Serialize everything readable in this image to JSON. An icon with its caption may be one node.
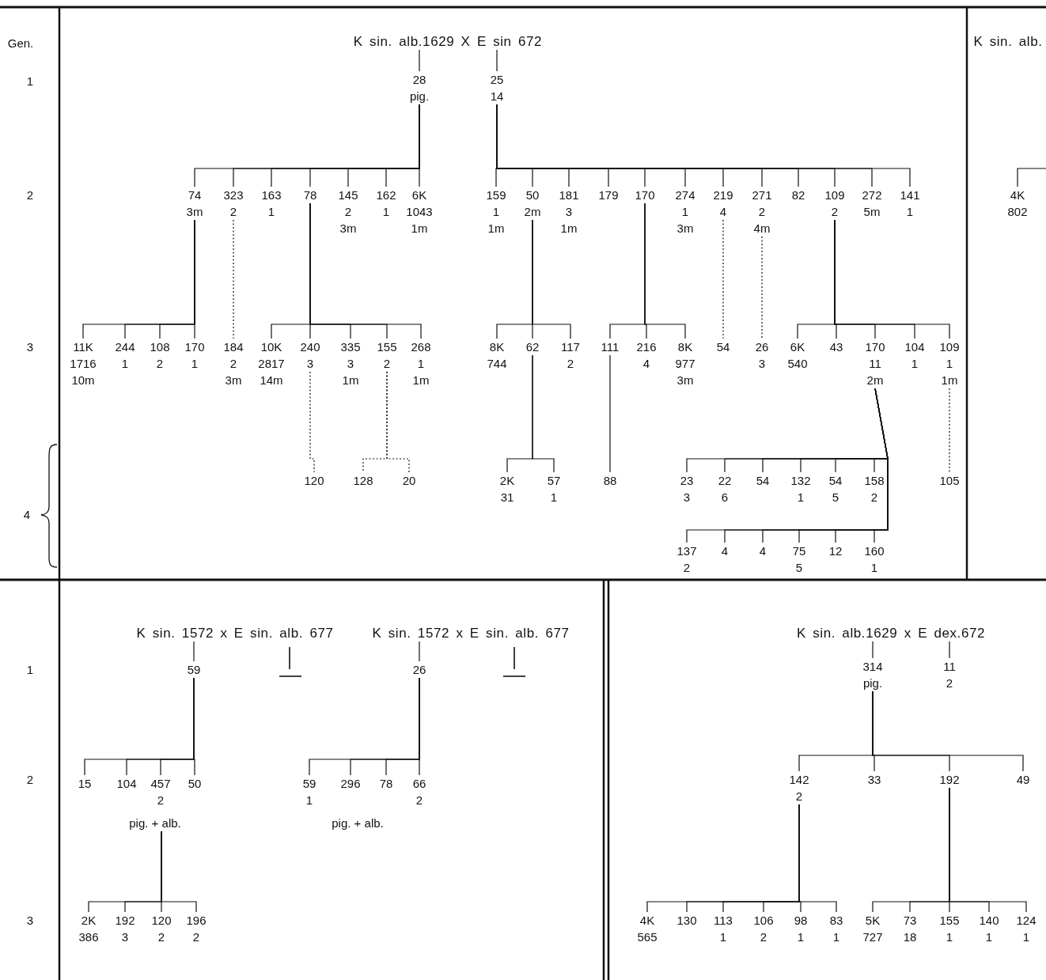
{
  "diagram": {
    "nodes": [
      {
        "text": [
          "K sin. alb.1629 X E sin 672"
        ]
      },
      {
        "text": [
          "28",
          "pig."
        ]
      },
      {
        "text": [
          "25",
          "14"
        ]
      },
      {
        "text": [
          "74",
          "3m"
        ]
      },
      {
        "text": [
          "323",
          "2"
        ]
      },
      {
        "text": [
          "163",
          "1"
        ]
      },
      {
        "text": [
          "78"
        ]
      },
      {
        "text": [
          "145",
          "2",
          "3m"
        ]
      },
      {
        "text": [
          "162",
          "1"
        ]
      },
      {
        "text": [
          "6K",
          "1043",
          "1m"
        ]
      },
      {
        "text": [
          "159",
          "1",
          "1m"
        ]
      },
      {
        "text": [
          "50",
          "2m"
        ]
      },
      {
        "text": [
          "181",
          "3",
          "1m"
        ]
      },
      {
        "text": [
          "179"
        ]
      },
      {
        "text": [
          "170"
        ]
      },
      {
        "text": [
          "274",
          "1",
          "3m"
        ]
      },
      {
        "text": [
          "219",
          "4"
        ]
      },
      {
        "text": [
          "271",
          "2",
          "4m"
        ]
      },
      {
        "text": [
          "82"
        ]
      },
      {
        "text": [
          "109",
          "2"
        ]
      },
      {
        "text": [
          "272",
          "5m"
        ]
      },
      {
        "text": [
          "141",
          "1"
        ]
      },
      {
        "text": [
          "11K",
          "1716",
          "10m"
        ]
      },
      {
        "text": [
          "244",
          "1"
        ]
      },
      {
        "text": [
          "108",
          "2"
        ]
      },
      {
        "text": [
          "170",
          "1"
        ]
      },
      {
        "text": [
          "184",
          "2",
          "3m"
        ]
      },
      {
        "text": [
          "10K",
          "2817",
          "14m"
        ]
      },
      {
        "text": [
          "240",
          "3"
        ]
      },
      {
        "text": [
          "335",
          "3",
          "1m"
        ]
      },
      {
        "text": [
          "155",
          "2"
        ]
      },
      {
        "text": [
          "268",
          "1",
          "1m"
        ]
      },
      {
        "text": [
          "8K",
          "744"
        ]
      },
      {
        "text": [
          "62"
        ]
      },
      {
        "text": [
          "117",
          "2"
        ]
      },
      {
        "text": [
          "111"
        ]
      },
      {
        "text": [
          "216",
          "4"
        ]
      },
      {
        "text": [
          "8K",
          "977",
          "3m"
        ]
      },
      {
        "text": [
          "54"
        ]
      },
      {
        "text": [
          "26",
          "3"
        ]
      },
      {
        "text": [
          "6K",
          "540"
        ]
      },
      {
        "text": [
          "43"
        ]
      },
      {
        "text": [
          "170",
          "11",
          "2m"
        ]
      },
      {
        "text": [
          "104",
          "1"
        ]
      },
      {
        "text": [
          "109",
          "1",
          "1m"
        ]
      },
      {
        "text": [
          "120"
        ]
      },
      {
        "text": [
          "128"
        ]
      },
      {
        "text": [
          "20"
        ]
      },
      {
        "text": [
          "2K",
          "31"
        ]
      },
      {
        "text": [
          "57",
          "1"
        ]
      },
      {
        "text": [
          "88"
        ]
      },
      {
        "text": [
          "23",
          "3"
        ]
      },
      {
        "text": [
          "22",
          "6"
        ]
      },
      {
        "text": [
          "54"
        ]
      },
      {
        "text": [
          "132",
          "1"
        ]
      },
      {
        "text": [
          "54",
          "5"
        ]
      },
      {
        "text": [
          "158",
          "2"
        ]
      },
      {
        "text": [
          "137",
          "2"
        ]
      },
      {
        "text": [
          "4"
        ]
      },
      {
        "text": [
          "4"
        ]
      },
      {
        "text": [
          "75",
          "5"
        ]
      },
      {
        "text": [
          "12"
        ]
      },
      {
        "text": [
          "160",
          "1"
        ]
      },
      {
        "text": [
          "105"
        ]
      },
      {
        "text": [
          "K sin. alb."
        ]
      },
      {
        "text": [
          "4K",
          "802"
        ]
      },
      {
        "text": [
          "K sin. 1572 x E sin. alb. 677"
        ]
      },
      {
        "text": [
          "59"
        ]
      },
      {
        "text": [
          "15"
        ]
      },
      {
        "text": [
          "104"
        ]
      },
      {
        "text": [
          "457",
          "2"
        ]
      },
      {
        "text": [
          "50"
        ]
      },
      {
        "text": [
          "pig. + alb."
        ]
      },
      {
        "text": [
          "2K",
          "386"
        ]
      },
      {
        "text": [
          "192",
          "3"
        ]
      },
      {
        "text": [
          "120",
          "2"
        ]
      },
      {
        "text": [
          "196",
          "2"
        ]
      },
      {
        "text": [
          "K sin. 1572 x E sin. alb. 677"
        ]
      },
      {
        "text": [
          "26"
        ]
      },
      {
        "text": [
          "59",
          "1"
        ]
      },
      {
        "text": [
          "296"
        ]
      },
      {
        "text": [
          "78"
        ]
      },
      {
        "text": [
          "66",
          "2"
        ]
      },
      {
        "text": [
          "pig. + alb."
        ]
      },
      {
        "text": [
          "K sin. alb.1629 x E dex.672"
        ]
      },
      {
        "text": [
          "314",
          "pig."
        ]
      },
      {
        "text": [
          "11",
          "2"
        ]
      },
      {
        "text": [
          "142",
          "2"
        ]
      },
      {
        "text": [
          "33"
        ]
      },
      {
        "text": [
          "192"
        ]
      },
      {
        "text": [
          "49"
        ]
      },
      {
        "text": [
          "4K",
          "565"
        ]
      },
      {
        "text": [
          "130"
        ]
      },
      {
        "text": [
          "113",
          "1"
        ]
      },
      {
        "text": [
          "106",
          "2"
        ]
      },
      {
        "text": [
          "98",
          "1"
        ]
      },
      {
        "text": [
          "83",
          "1"
        ]
      },
      {
        "text": [
          "5K",
          "727"
        ]
      },
      {
        "text": [
          "73",
          "18"
        ]
      },
      {
        "text": [
          "155",
          "1"
        ]
      },
      {
        "text": [
          "140",
          "1"
        ]
      },
      {
        "text": [
          "124",
          "1"
        ]
      }
    ],
    "edges": [
      {
        "from": 0,
        "to": 1,
        "arrow": "none"
      },
      {
        "from": 0,
        "to": 2,
        "arrow": "none"
      },
      {
        "from": 1,
        "to": 3,
        "arrow": "none"
      },
      {
        "from": 1,
        "to": 4,
        "arrow": "none"
      },
      {
        "from": 1,
        "to": 5,
        "arrow": "none"
      },
      {
        "from": 1,
        "to": 6,
        "arrow": "none"
      },
      {
        "from": 1,
        "to": 7,
        "arrow": "none"
      },
      {
        "from": 1,
        "to": 8,
        "arrow": "none"
      },
      {
        "from": 1,
        "to": 9,
        "arrow": "none"
      },
      {
        "from": 2,
        "to": 10,
        "arrow": "none"
      },
      {
        "from": 2,
        "to": 11,
        "arrow": "none"
      },
      {
        "from": 2,
        "to": 12,
        "arrow": "none"
      },
      {
        "from": 2,
        "to": 13,
        "arrow": "none"
      },
      {
        "from": 2,
        "to": 14,
        "arrow": "none"
      },
      {
        "from": 2,
        "to": 15,
        "arrow": "none"
      },
      {
        "from": 2,
        "to": 16,
        "arrow": "none"
      },
      {
        "from": 2,
        "to": 17,
        "arrow": "none"
      },
      {
        "from": 2,
        "to": 18,
        "arrow": "none"
      },
      {
        "from": 2,
        "to": 19,
        "arrow": "none"
      },
      {
        "from": 2,
        "to": 20,
        "arrow": "none"
      },
      {
        "from": 2,
        "to": 21,
        "arrow": "none"
      },
      {
        "from": 3,
        "to": 22,
        "arrow": "none"
      },
      {
        "from": 3,
        "to": 23,
        "arrow": "none"
      },
      {
        "from": 3,
        "to": 24,
        "arrow": "none"
      },
      {
        "from": 3,
        "to": 25,
        "arrow": "none"
      },
      {
        "from": 4,
        "to": 26,
        "arrow": "none",
        "style": "dashed"
      },
      {
        "from": 6,
        "to": 27,
        "arrow": "none"
      },
      {
        "from": 6,
        "to": 28,
        "arrow": "none"
      },
      {
        "from": 6,
        "to": 29,
        "arrow": "none"
      },
      {
        "from": 6,
        "to": 30,
        "arrow": "none"
      },
      {
        "from": 6,
        "to": 31,
        "arrow": "none"
      },
      {
        "from": 11,
        "to": 32,
        "arrow": "none"
      },
      {
        "from": 11,
        "to": 33,
        "arrow": "none"
      },
      {
        "from": 11,
        "to": 34,
        "arrow": "none"
      },
      {
        "from": 14,
        "to": 35,
        "arrow": "none"
      },
      {
        "from": 14,
        "to": 36,
        "arrow": "none"
      },
      {
        "from": 14,
        "to": 37,
        "arrow": "none"
      },
      {
        "from": 16,
        "to": 38,
        "arrow": "none",
        "style": "dashed"
      },
      {
        "from": 17,
        "to": 39,
        "arrow": "none",
        "style": "dashed"
      },
      {
        "from": 19,
        "to": 40,
        "arrow": "none"
      },
      {
        "from": 19,
        "to": 41,
        "arrow": "none"
      },
      {
        "from": 19,
        "to": 42,
        "arrow": "none"
      },
      {
        "from": 19,
        "to": 43,
        "arrow": "none"
      },
      {
        "from": 19,
        "to": 44,
        "arrow": "none"
      },
      {
        "from": 28,
        "to": 45,
        "arrow": "none",
        "style": "dashed"
      },
      {
        "from": 30,
        "to": 46,
        "arrow": "none",
        "style": "dashed"
      },
      {
        "from": 30,
        "to": 47,
        "arrow": "none",
        "style": "dashed"
      },
      {
        "from": 33,
        "to": 48,
        "arrow": "none"
      },
      {
        "from": 33,
        "to": 49,
        "arrow": "none"
      },
      {
        "from": 35,
        "to": 50,
        "arrow": "none"
      },
      {
        "from": 42,
        "to": 51,
        "arrow": "none"
      },
      {
        "from": 42,
        "to": 52,
        "arrow": "none"
      },
      {
        "from": 42,
        "to": 53,
        "arrow": "none"
      },
      {
        "from": 42,
        "to": 54,
        "arrow": "none"
      },
      {
        "from": 42,
        "to": 55,
        "arrow": "none"
      },
      {
        "from": 42,
        "to": 56,
        "arrow": "none"
      },
      {
        "from": 42,
        "to": 57,
        "arrow": "none"
      },
      {
        "from": 42,
        "to": 58,
        "arrow": "none"
      },
      {
        "from": 42,
        "to": 59,
        "arrow": "none"
      },
      {
        "from": 42,
        "to": 60,
        "arrow": "none"
      },
      {
        "from": 42,
        "to": 61,
        "arrow": "none"
      },
      {
        "from": 42,
        "to": 62,
        "arrow": "none"
      },
      {
        "from": 44,
        "to": 63,
        "arrow": "none",
        "style": "dashed"
      },
      {
        "from": null,
        "to": 65,
        "arrow": "none"
      },
      {
        "from": 66,
        "to": 67,
        "arrow": "none"
      },
      {
        "from": 67,
        "to": 68,
        "arrow": "none"
      },
      {
        "from": 67,
        "to": 69,
        "arrow": "none"
      },
      {
        "from": 67,
        "to": 70,
        "arrow": "none"
      },
      {
        "from": 67,
        "to": 71,
        "arrow": "none"
      },
      {
        "from": 72,
        "to": 73,
        "arrow": "none"
      },
      {
        "from": 72,
        "to": 74,
        "arrow": "none"
      },
      {
        "from": 72,
        "to": 75,
        "arrow": "none"
      },
      {
        "from": 72,
        "to": 76,
        "arrow": "none"
      },
      {
        "from": 77,
        "to": 78,
        "arrow": "none"
      },
      {
        "from": 78,
        "to": 79,
        "arrow": "none"
      },
      {
        "from": 78,
        "to": 80,
        "arrow": "none"
      },
      {
        "from": 78,
        "to": 81,
        "arrow": "none"
      },
      {
        "from": 78,
        "to": 82,
        "arrow": "none"
      },
      {
        "from": 84,
        "to": 85,
        "arrow": "none"
      },
      {
        "from": 84,
        "to": 86,
        "arrow": "none"
      },
      {
        "from": 85,
        "to": 87,
        "arrow": "none"
      },
      {
        "from": 85,
        "to": 88,
        "arrow": "none"
      },
      {
        "from": 85,
        "to": 89,
        "arrow": "none"
      },
      {
        "from": 85,
        "to": 90,
        "arrow": "none"
      },
      {
        "from": 87,
        "to": 91,
        "arrow": "none"
      },
      {
        "from": 87,
        "to": 92,
        "arrow": "none"
      },
      {
        "from": 87,
        "to": 93,
        "arrow": "none"
      },
      {
        "from": 87,
        "to": 94,
        "arrow": "none"
      },
      {
        "from": 87,
        "to": 95,
        "arrow": "none"
      },
      {
        "from": 87,
        "to": 96,
        "arrow": "none"
      },
      {
        "from": 89,
        "to": 97,
        "arrow": "none"
      },
      {
        "from": 89,
        "to": 98,
        "arrow": "none"
      },
      {
        "from": 89,
        "to": 99,
        "arrow": "none"
      },
      {
        "from": 89,
        "to": 100,
        "arrow": "none"
      },
      {
        "from": 89,
        "to": 101,
        "arrow": "none"
      }
    ],
    "labels": [
      "Gen.",
      "1",
      "2",
      "3",
      "4",
      "1",
      "2",
      "3"
    ]
  }
}
